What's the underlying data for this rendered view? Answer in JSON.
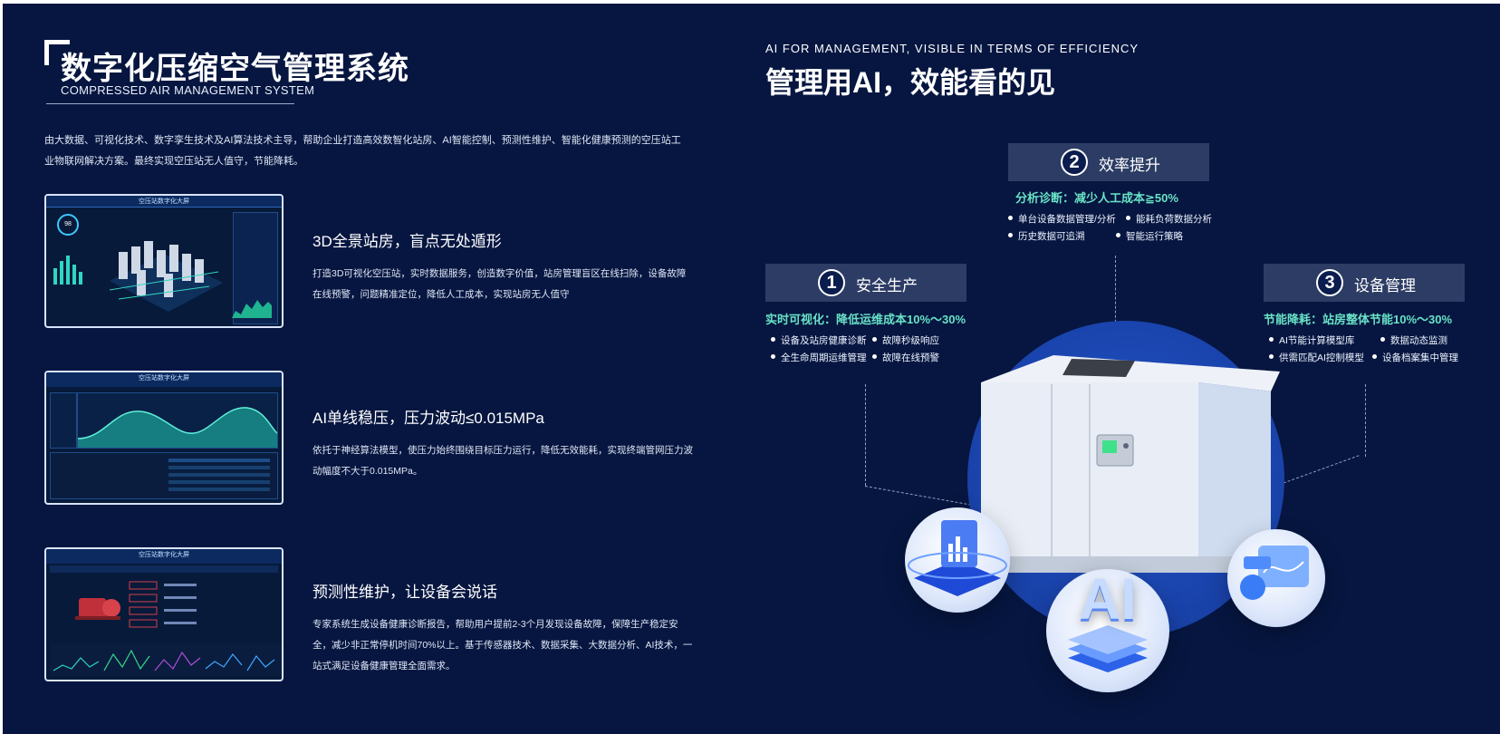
{
  "left": {
    "title": "数字化压缩空气管理系统",
    "subtitle": "COMPRESSED AIR MANAGEMENT SYSTEM",
    "intro": "由大数据、可视化技术、数字孪生技术及AI算法技术主导，帮助企业打造高效数智化站房、AI智能控制、预测性维护、智能化健康预测的空压站工业物联网解决方案。最终实现空压站无人值守，节能降耗。",
    "features": [
      {
        "title": "3D全景站房，盲点无处遁形",
        "desc": "打造3D可视化空压站，实时数据服务，创造数字价值，站房管理盲区在线扫除，设备故障在线预警，问题精准定位，降低人工成本，实现站房无人值守",
        "thumb_title": "空压站数字化大屏",
        "thumb_score": "98"
      },
      {
        "title": "AI单线稳压，压力波动≤0.015MPa",
        "desc": "依托于神经算法模型，使压力始终围绕目标压力运行，降低无效能耗，实现终端管网压力波动幅度不大于0.015MPa。",
        "thumb_title": "空压站数字化大屏"
      },
      {
        "title": "预测性维护，让设备会说话",
        "desc": "专家系统生成设备健康诊断报告，帮助用户提前2-3个月发现设备故障，保障生产稳定安全，减少非正常停机时间70%以上。基于传感器技术、数据采集、大数据分析、AI技术，一站式满足设备健康管理全面需求。",
        "thumb_title": "空压站数字化大屏"
      }
    ]
  },
  "right": {
    "eyebrow": "AI FOR MANAGEMENT, VISIBLE IN TERMS OF EFFICIENCY",
    "title": "管理用AI，效能看的见",
    "cards": [
      {
        "num": "1",
        "label": "安全生产",
        "highlight": "实时可视化：降低运维成本10%～30%",
        "bullets": [
          "设备及站房健康诊断",
          "故障秒级响应",
          "全生命周期运维管理",
          "故障在线预警"
        ]
      },
      {
        "num": "2",
        "label": "效率提升",
        "highlight": "分析诊断：减少人工成本≧50%",
        "bullets": [
          "单台设备数据管理/分析",
          "能耗负荷数据分析",
          "历史数据可追溯",
          "智能运行策略"
        ]
      },
      {
        "num": "3",
        "label": "设备管理",
        "highlight": "节能降耗：站房整体节能10%～30%",
        "bullets": [
          "AI节能计算模型库",
          "数据动态监测",
          "供需匹配AI控制模型",
          "设备档案集中管理"
        ]
      }
    ],
    "ai_badge": "AI",
    "colors": {
      "background": "#061640",
      "highlight": "#69e2c6",
      "card": "#2c3c64",
      "circle": "#1a44ad"
    }
  }
}
